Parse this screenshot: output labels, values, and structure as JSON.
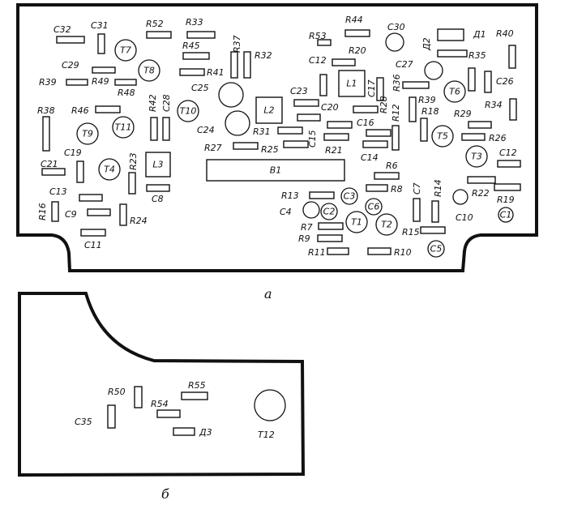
{
  "boards": {
    "a": {
      "caption": "а",
      "resistors": [
        {
          "id": "R32",
          "label": "C32"
        },
        {
          "id": "R52",
          "label": "R52"
        },
        {
          "id": "R33",
          "label": "R33"
        },
        {
          "id": "R44",
          "label": "R44"
        },
        {
          "id": "R53",
          "label": "R53"
        },
        {
          "id": "R20",
          "label": "R20"
        },
        {
          "id": "R37",
          "label": "R37"
        },
        {
          "id": "R32b",
          "label": "R32"
        },
        {
          "id": "R45",
          "label": "R45"
        },
        {
          "id": "R41",
          "label": "R41"
        },
        {
          "id": "C29",
          "label": "C29"
        },
        {
          "id": "R39",
          "label": "R39"
        },
        {
          "id": "R49",
          "label": "R49"
        },
        {
          "id": "R48",
          "label": "R48"
        },
        {
          "id": "R46",
          "label": "R46"
        },
        {
          "id": "R42",
          "label": "R42"
        },
        {
          "id": "C28",
          "label": "C28"
        },
        {
          "id": "R38",
          "label": "R38"
        },
        {
          "id": "C12a",
          "label": "C12"
        },
        {
          "id": "C23",
          "label": "C23"
        },
        {
          "id": "C20",
          "label": "C20"
        },
        {
          "id": "C17",
          "label": "C17"
        },
        {
          "id": "R36",
          "label": "R36"
        },
        {
          "id": "R31",
          "label": "R31"
        },
        {
          "id": "C15",
          "label": "C15"
        },
        {
          "id": "C16",
          "label": "C16"
        },
        {
          "id": "R28",
          "label": "R28"
        },
        {
          "id": "R12",
          "label": "R12"
        },
        {
          "id": "R21",
          "label": "R21"
        },
        {
          "id": "R27",
          "label": "R27"
        },
        {
          "id": "R25",
          "label": "R25"
        },
        {
          "id": "C14",
          "label": "C14"
        },
        {
          "id": "R39b",
          "label": "R39"
        },
        {
          "id": "R18",
          "label": "R18"
        },
        {
          "id": "R35",
          "label": "R35"
        },
        {
          "id": "D2",
          "label": "Д2"
        },
        {
          "id": "D1",
          "label": "Д1"
        },
        {
          "id": "R40",
          "label": "R40"
        },
        {
          "id": "C26",
          "label": "C26"
        },
        {
          "id": "R34",
          "label": "R34"
        },
        {
          "id": "R29",
          "label": "R29"
        },
        {
          "id": "R26",
          "label": "R26"
        },
        {
          "id": "C12b",
          "label": "C12"
        },
        {
          "id": "C19",
          "label": "C19"
        },
        {
          "id": "C21",
          "label": "C21"
        },
        {
          "id": "R23",
          "label": "R23"
        },
        {
          "id": "C8",
          "label": "C8"
        },
        {
          "id": "C13",
          "label": "C13"
        },
        {
          "id": "R16",
          "label": "R16"
        },
        {
          "id": "C9",
          "label": "C9"
        },
        {
          "id": "R24",
          "label": "R24"
        },
        {
          "id": "C11",
          "label": "C11"
        },
        {
          "id": "R6",
          "label": "R6"
        },
        {
          "id": "R8",
          "label": "R8"
        },
        {
          "id": "R13",
          "label": "R13"
        },
        {
          "id": "C7",
          "label": "C7"
        },
        {
          "id": "R14",
          "label": "R14"
        },
        {
          "id": "R22",
          "label": "R22"
        },
        {
          "id": "R19",
          "label": "R19"
        },
        {
          "id": "R7",
          "label": "R7"
        },
        {
          "id": "R9",
          "label": "R9"
        },
        {
          "id": "R15",
          "label": "R15"
        },
        {
          "id": "R11",
          "label": "R11"
        },
        {
          "id": "R10",
          "label": "R10"
        },
        {
          "id": "C31",
          "label": "C31"
        }
      ],
      "transistors": [
        {
          "id": "T7",
          "label": "T7"
        },
        {
          "id": "T8",
          "label": "T8"
        },
        {
          "id": "T10",
          "label": "T10"
        },
        {
          "id": "T9",
          "label": "T9"
        },
        {
          "id": "T11",
          "label": "T11"
        },
        {
          "id": "T4",
          "label": "T4"
        },
        {
          "id": "T6",
          "label": "T6"
        },
        {
          "id": "T5",
          "label": "T5"
        },
        {
          "id": "T3",
          "label": "T3"
        },
        {
          "id": "T1",
          "label": "T1"
        },
        {
          "id": "T2",
          "label": "T2"
        }
      ],
      "capacitors_round": [
        {
          "id": "C30",
          "label": "C30"
        },
        {
          "id": "C27",
          "label": "C27"
        },
        {
          "id": "C25",
          "label": "C25"
        },
        {
          "id": "C24",
          "label": "C24"
        },
        {
          "id": "C10",
          "label": "C10"
        },
        {
          "id": "C4",
          "label": "C4"
        },
        {
          "id": "C3",
          "label": "C3"
        },
        {
          "id": "C2",
          "label": "C2"
        },
        {
          "id": "C6",
          "label": "C6"
        },
        {
          "id": "C5",
          "label": "C5"
        },
        {
          "id": "C1",
          "label": "C1"
        }
      ],
      "coils": [
        {
          "id": "L1",
          "label": "L1"
        },
        {
          "id": "L2",
          "label": "L2"
        },
        {
          "id": "L3",
          "label": "L3"
        }
      ],
      "block": {
        "label": "B1"
      }
    },
    "b": {
      "caption": "б",
      "parts": [
        {
          "id": "R50",
          "label": "R50"
        },
        {
          "id": "R55",
          "label": "R55"
        },
        {
          "id": "R54",
          "label": "R54"
        },
        {
          "id": "C35",
          "label": "C35"
        },
        {
          "id": "D3",
          "label": "Д3"
        },
        {
          "id": "T12",
          "label": "T12"
        }
      ]
    }
  }
}
